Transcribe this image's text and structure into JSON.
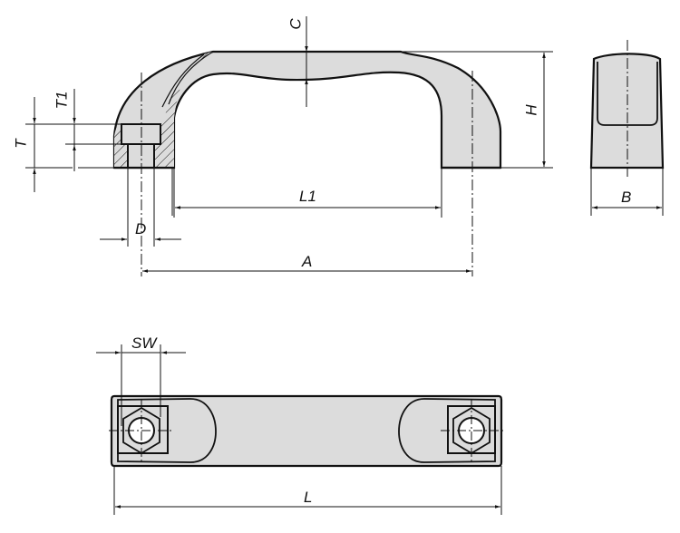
{
  "drawing": {
    "title": "Handle technical drawing",
    "fill_color": "#dcdcdc",
    "line_color": "#111111",
    "views": {
      "side": {
        "labels": {
          "C": "C",
          "H": "H",
          "L1": "L1",
          "A": "A",
          "T": "T",
          "T1": "T1",
          "D": "D"
        }
      },
      "end": {
        "labels": {
          "B": "B"
        }
      },
      "top": {
        "labels": {
          "SW": "SW",
          "L": "L"
        }
      }
    }
  }
}
